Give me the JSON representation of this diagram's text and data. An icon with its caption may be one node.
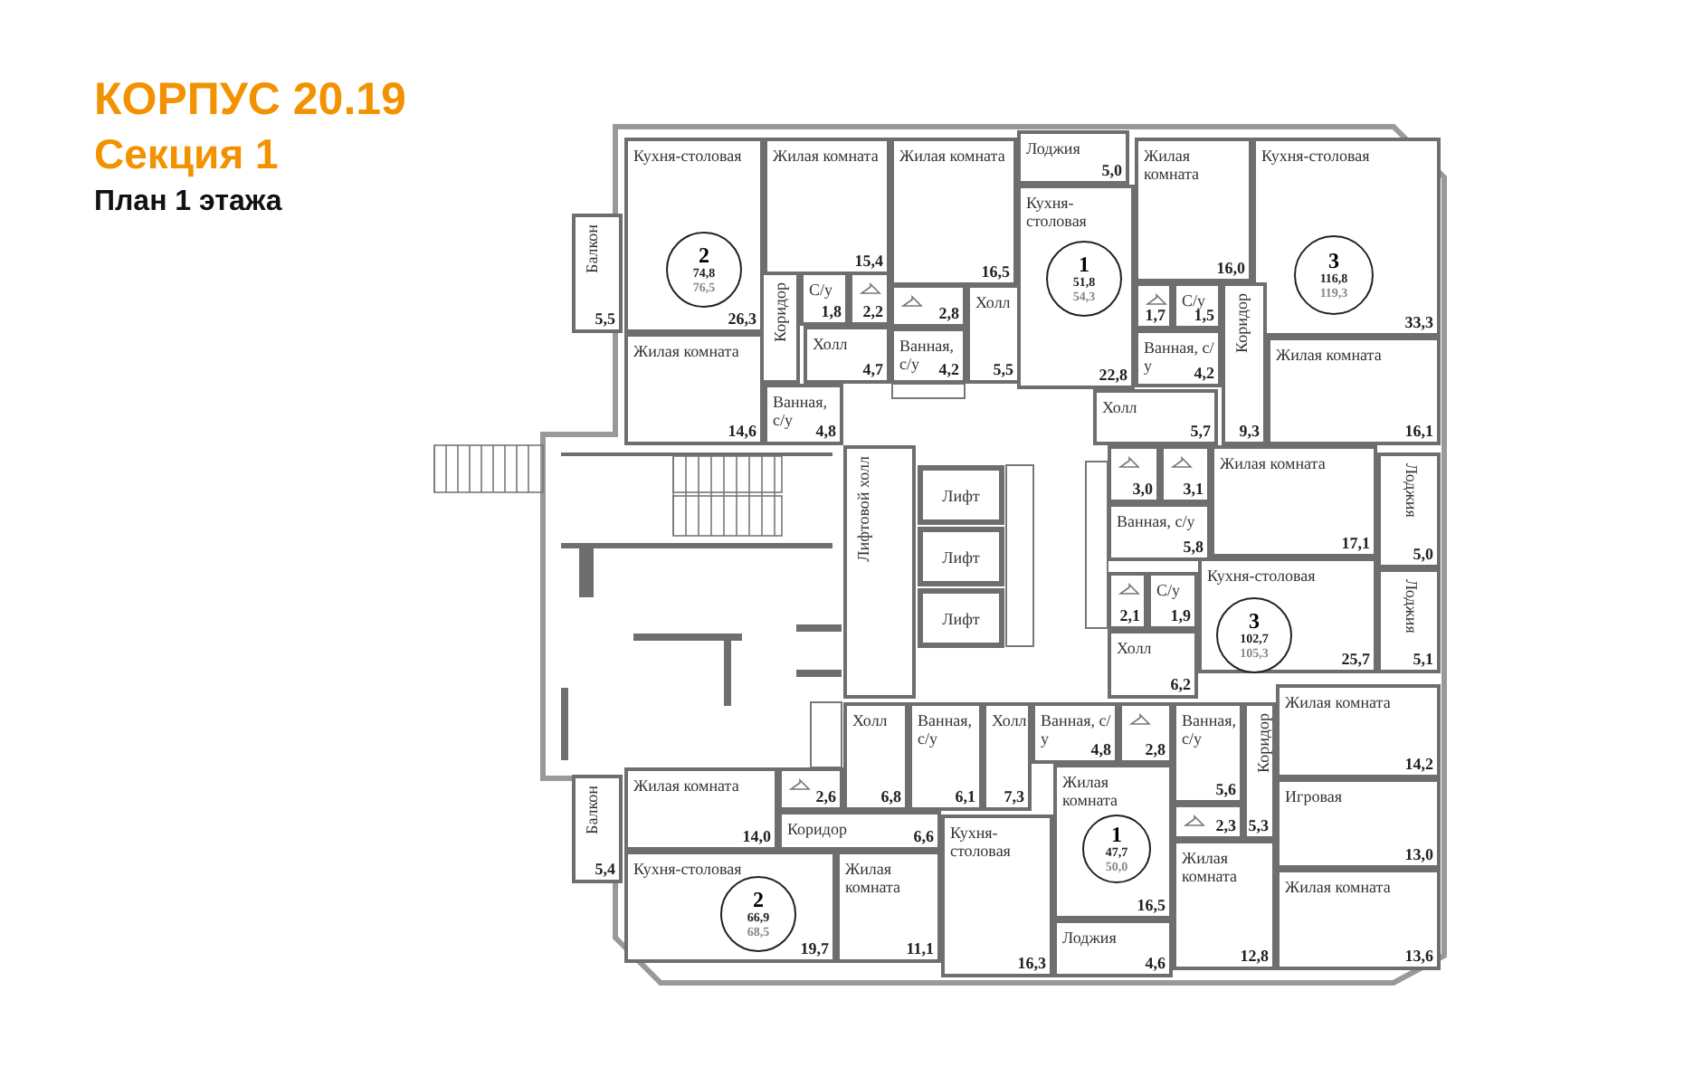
{
  "diagram": {
    "title": "КОРПУС 20.19",
    "labels": [
      "Секция 1",
      "План 1 этажа"
    ],
    "nodes": [
      {
        "text": [
          "Кухня-столовая",
          "26,3"
        ]
      },
      {
        "text": [
          "2",
          "74,8",
          "76,5"
        ],
        "in": 0
      },
      {
        "text": [
          "Жилая комната",
          "15,4"
        ]
      },
      {
        "text": [
          "Жилая комната",
          "16,5"
        ]
      },
      {
        "text": [
          "Лоджия",
          "5,0"
        ]
      },
      {
        "text": [
          "Жилая комната",
          "16,0"
        ]
      },
      {
        "text": [
          "Кухня-столовая",
          "33,3"
        ]
      },
      {
        "text": [
          "3",
          "116,8",
          "119,3"
        ],
        "in": 6
      },
      {
        "text": [
          "Балкон",
          "5,5"
        ]
      },
      {
        "text": [
          "Коридор"
        ]
      },
      {
        "text": [
          "С/у",
          "1,8"
        ]
      },
      {
        "text": [
          "2,2"
        ]
      },
      {
        "text": [
          "Холл",
          "4,7"
        ]
      },
      {
        "text": [
          "2,8"
        ]
      },
      {
        "text": [
          "Ванная, с/у",
          "4,2"
        ]
      },
      {
        "text": [
          "Холл",
          "5,5"
        ]
      },
      {
        "text": [
          "Кухня-столовая",
          "22,8"
        ]
      },
      {
        "text": [
          "1",
          "51,8",
          "54,3"
        ],
        "in": 16
      },
      {
        "text": [
          "1,7"
        ]
      },
      {
        "text": [
          "С/у",
          "1,5"
        ]
      },
      {
        "text": [
          "Ванная, с/у",
          "4,2"
        ]
      },
      {
        "text": [
          "Коридор",
          "9,3"
        ]
      },
      {
        "text": [
          "Жилая комната",
          "14,6"
        ]
      },
      {
        "text": [
          "Ванная, с/у",
          "4,8"
        ]
      },
      {
        "text": [
          "Жилая комната",
          "16,1"
        ]
      },
      {
        "text": [
          "Холл",
          "5,7"
        ]
      },
      {
        "text": [
          "3,0"
        ]
      },
      {
        "text": [
          "3,1"
        ]
      },
      {
        "text": [
          "Жилая комната",
          "17,1"
        ]
      },
      {
        "text": [
          "Лоджия",
          "5,0"
        ]
      },
      {
        "text": [
          "Лифтовой холл"
        ]
      },
      {
        "text": [
          "Лифт"
        ]
      },
      {
        "text": [
          "Лифт"
        ]
      },
      {
        "text": [
          "Лифт"
        ]
      },
      {
        "text": [
          "Ванная, с/у",
          "5,8"
        ]
      },
      {
        "text": [
          "Кухня-столовая",
          "25,7"
        ]
      },
      {
        "text": [
          "3",
          "102,7",
          "105,3"
        ],
        "in": 35
      },
      {
        "text": [
          "Лоджия",
          "5,1"
        ]
      },
      {
        "text": [
          "2,1"
        ]
      },
      {
        "text": [
          "С/у",
          "1,9"
        ]
      },
      {
        "text": [
          "Холл",
          "6,2"
        ]
      },
      {
        "text": [
          "Холл",
          "6,8"
        ]
      },
      {
        "text": [
          "Ванная, с/у",
          "6,1"
        ]
      },
      {
        "text": [
          "Холл",
          "7,3"
        ]
      },
      {
        "text": [
          "Ванная, с/у",
          "4,8"
        ]
      },
      {
        "text": [
          "2,8"
        ]
      },
      {
        "text": [
          "Ванная, с/у",
          "5,6"
        ]
      },
      {
        "text": [
          "Коридор",
          "5,3"
        ]
      },
      {
        "text": [
          "Жилая комната",
          "14,2"
        ]
      },
      {
        "text": [
          "Жилая комната",
          "14,0"
        ]
      },
      {
        "text": [
          "2,6"
        ]
      },
      {
        "text": [
          "Коридор",
          "6,6"
        ]
      },
      {
        "text": [
          "Жилая комната",
          "16,5"
        ]
      },
      {
        "text": [
          "1",
          "47,7",
          "50,0"
        ],
        "in": 52
      },
      {
        "text": [
          "2,3"
        ]
      },
      {
        "text": [
          "Игровая",
          "13,0"
        ]
      },
      {
        "text": [
          "Кухня-столовая",
          "19,7"
        ]
      },
      {
        "text": [
          "2",
          "66,9",
          "68,5"
        ],
        "in": 56
      },
      {
        "text": [
          "Жилая комната",
          "11,1"
        ]
      },
      {
        "text": [
          "Кухня-столовая",
          "16,3"
        ]
      },
      {
        "text": [
          "Лоджия",
          "4,6"
        ]
      },
      {
        "text": [
          "Жилая комната",
          "12,8"
        ]
      },
      {
        "text": [
          "Жилая комната",
          "13,6"
        ]
      },
      {
        "text": [
          "Балкон",
          "5,4"
        ]
      }
    ]
  }
}
